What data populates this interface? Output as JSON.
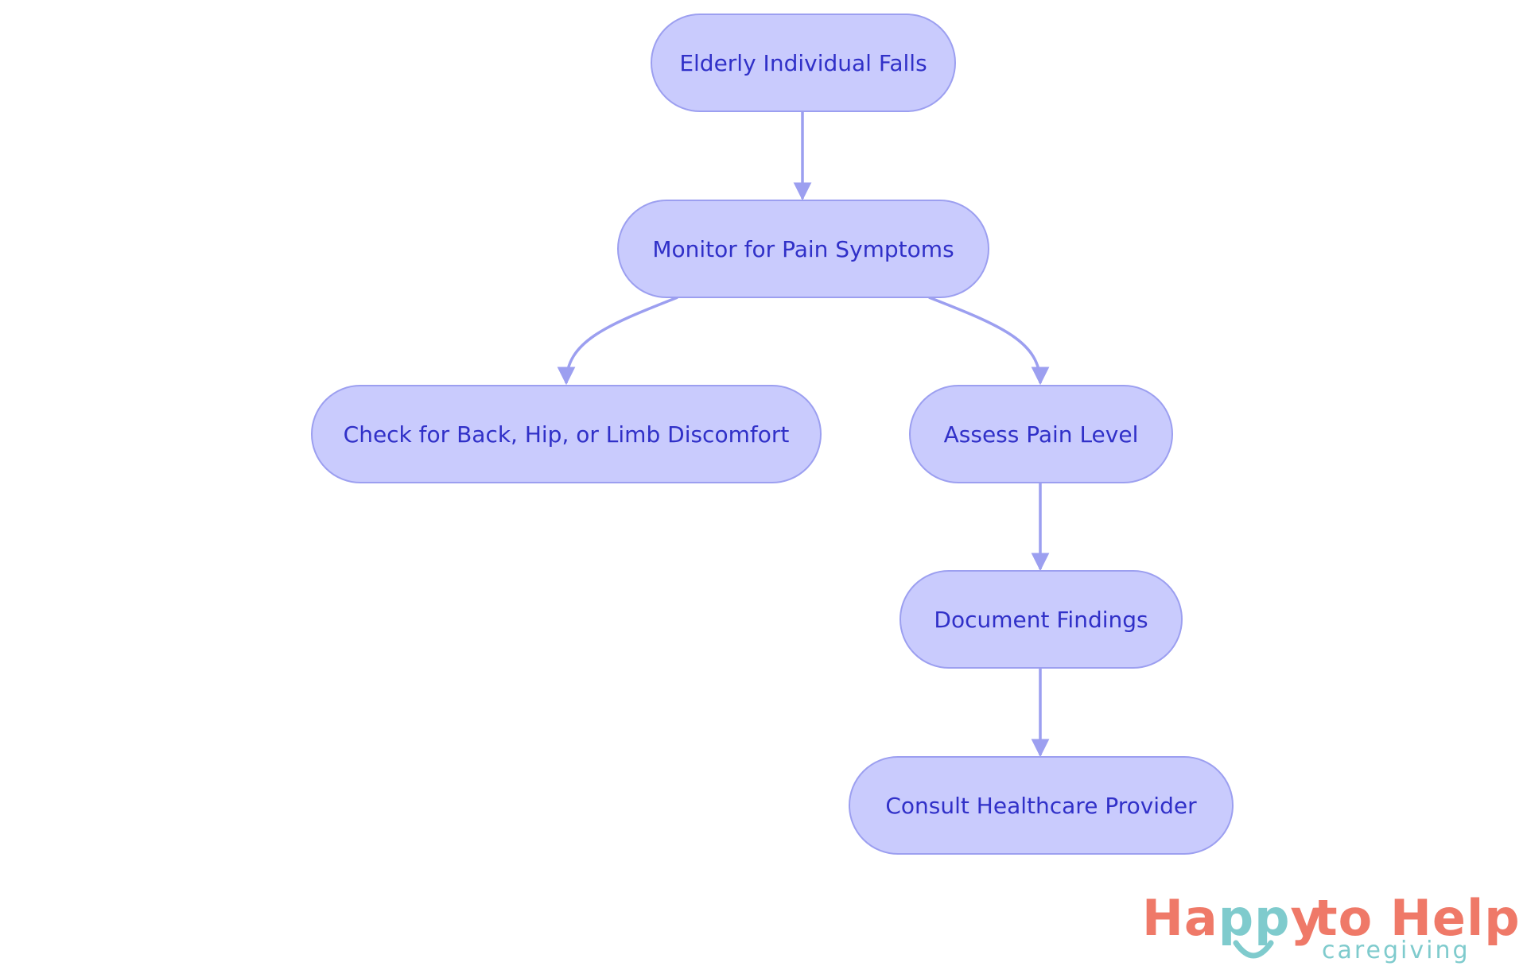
{
  "colors": {
    "node_fill": "#c9cbfd",
    "node_border": "#9c9ff0",
    "node_text": "#3030c8",
    "edge": "#9c9ff0",
    "logo_coral": "#ef7968",
    "logo_teal": "#7fcbcd"
  },
  "nodes": [
    {
      "id": "fall",
      "label": "Elderly Individual Falls"
    },
    {
      "id": "monitor",
      "label": "Monitor for Pain Symptoms"
    },
    {
      "id": "check",
      "label": "Check for Back, Hip, or Limb Discomfort"
    },
    {
      "id": "assess",
      "label": "Assess Pain Level"
    },
    {
      "id": "document",
      "label": "Document Findings"
    },
    {
      "id": "consult",
      "label": "Consult Healthcare Provider"
    }
  ],
  "edges": [
    {
      "from": "fall",
      "to": "monitor"
    },
    {
      "from": "monitor",
      "to": "check"
    },
    {
      "from": "monitor",
      "to": "assess"
    },
    {
      "from": "assess",
      "to": "document"
    },
    {
      "from": "document",
      "to": "consult"
    }
  ],
  "logo": {
    "word1": "Happy",
    "word2": "to",
    "word3": "Help",
    "tagline": "caregiving"
  }
}
